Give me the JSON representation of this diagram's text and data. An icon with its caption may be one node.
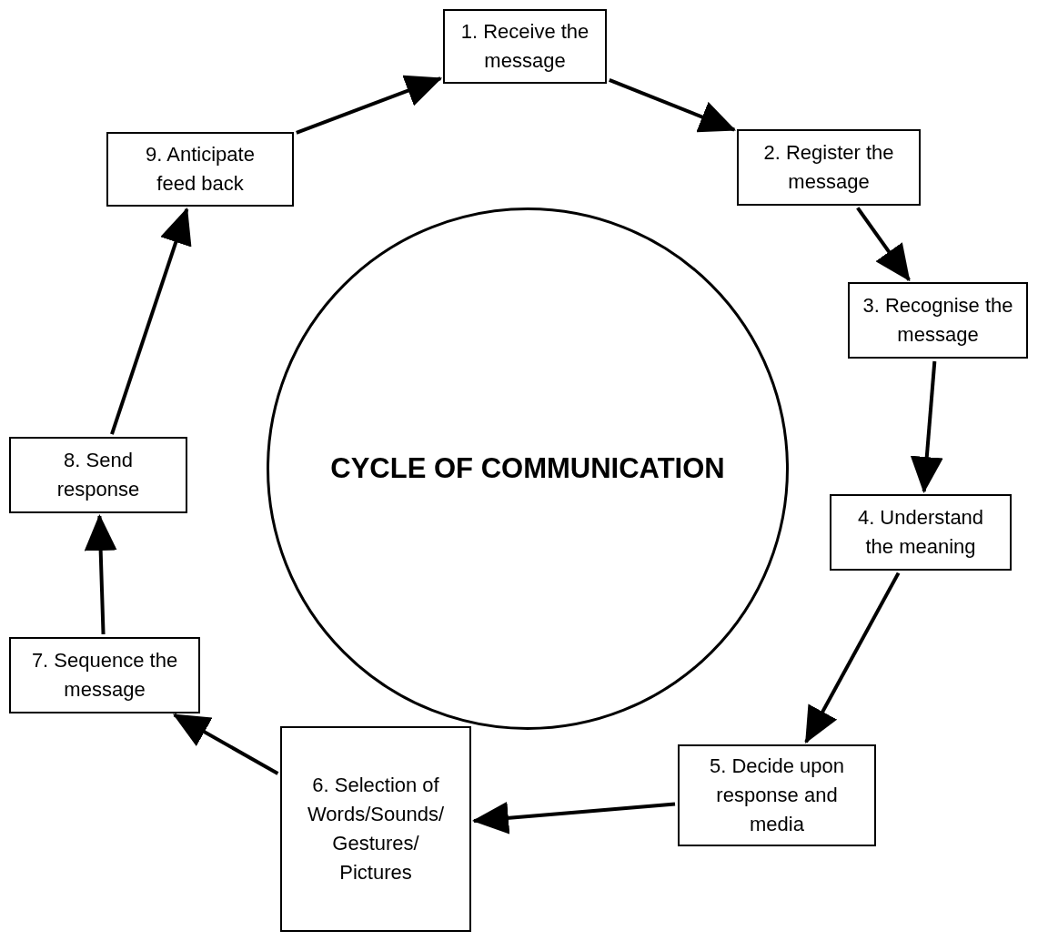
{
  "diagram": {
    "nodes": [
      {
        "text": [
          "1. Receive the message"
        ]
      },
      {
        "text": [
          "2. Register the message"
        ]
      },
      {
        "text": [
          "3. Recognise the message"
        ]
      },
      {
        "text": [
          "4. Understand the meaning"
        ]
      },
      {
        "text": [
          "5. Decide upon response and media"
        ]
      },
      {
        "text": [
          "6. Selection of Words/Sounds/ Gestures/ Pictures"
        ]
      },
      {
        "text": [
          "7. Sequence the message"
        ]
      },
      {
        "text": [
          "8. Send response"
        ]
      },
      {
        "text": [
          "9. Anticipate feed back"
        ]
      },
      {
        "text": [
          "CYCLE OF COMMUNICATION"
        ]
      }
    ],
    "edges": [
      {
        "from": 0,
        "to": 1,
        "arrow": "to"
      },
      {
        "from": 1,
        "to": 2,
        "arrow": "to"
      },
      {
        "from": 2,
        "to": 3,
        "arrow": "to"
      },
      {
        "from": 3,
        "to": 4,
        "arrow": "to"
      },
      {
        "from": 4,
        "to": 5,
        "arrow": "to"
      },
      {
        "from": 5,
        "to": 6,
        "arrow": "to"
      },
      {
        "from": 6,
        "to": 7,
        "arrow": "to"
      },
      {
        "from": 7,
        "to": 8,
        "arrow": "to"
      },
      {
        "from": 8,
        "to": 0,
        "arrow": "to"
      }
    ]
  }
}
